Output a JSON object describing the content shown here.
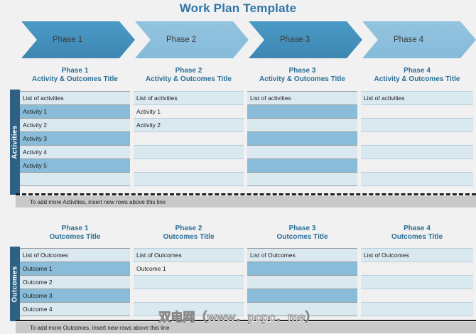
{
  "page": {
    "title": "Work Plan Template",
    "title_color": "#2e75a8",
    "background": "#f1f1f1",
    "watermark": "双电网（www．pcpc．me）"
  },
  "phases": [
    {
      "label": "Phase 1",
      "style": "dark",
      "color": "#4590bd"
    },
    {
      "label": "Phase 2",
      "style": "light",
      "color": "#8dc0dd"
    },
    {
      "label": "Phase 3",
      "style": "dark",
      "color": "#4590bd"
    },
    {
      "label": "Phase 4",
      "style": "light",
      "color": "#8dc0dd"
    }
  ],
  "activities_section": {
    "side_label": "Activities",
    "side_color": "#2e6183",
    "headers": [
      {
        "line1": "Phase 1",
        "line2": "Activity & Outcomes Title"
      },
      {
        "line1": "Phase 2",
        "line2": "Activity & Outcomes Title"
      },
      {
        "line1": "Phase 3",
        "line2": "Activity & Outcomes Title"
      },
      {
        "line1": "Phase 4",
        "line2": "Activity & Outcomes Title"
      }
    ],
    "columns": [
      {
        "cells": [
          "List of activities",
          "Activity 1",
          "Activity 2",
          "Activity 3",
          "Activity 4",
          "Activity 5",
          ""
        ]
      },
      {
        "cells": [
          "List of activities",
          "Activity 1",
          "Activity 2",
          "",
          "",
          "",
          ""
        ]
      },
      {
        "cells": [
          "List of activities",
          "",
          "",
          "",
          "",
          "",
          ""
        ]
      },
      {
        "cells": [
          "List of activities",
          "",
          "",
          "",
          "",
          "",
          ""
        ]
      }
    ],
    "footer_note": "To add more Activities, insert new rows above this line"
  },
  "outcomes_section": {
    "side_label": "Outcomes",
    "side_color": "#2e6183",
    "headers": [
      {
        "line1": "Phase 1",
        "line2": "Outcomes Title"
      },
      {
        "line1": "Phase 2",
        "line2": "Outcomes Title"
      },
      {
        "line1": "Phase 3",
        "line2": "Outcomes Title"
      },
      {
        "line1": "Phase 4",
        "line2": "Outcomes Title"
      }
    ],
    "columns": [
      {
        "cells": [
          "List of Outcomes",
          "Outcome 1",
          "Outcome 2",
          "Outcome 3",
          "Outcome 4"
        ]
      },
      {
        "cells": [
          "List of Outcomes",
          "Outcome 1",
          "",
          "",
          ""
        ]
      },
      {
        "cells": [
          "List of Outcomes",
          "",
          "",
          "",
          ""
        ]
      },
      {
        "cells": [
          "List of Outcomes",
          "",
          "",
          "",
          ""
        ]
      }
    ],
    "footer_note": "To add more Outcomes, insert new rows above this line"
  },
  "palette": {
    "row_blue": "#88bcd8",
    "row_light_blue": "#dae8f0",
    "row_gray": "#f0f0f0",
    "header_text": "#2b6f96",
    "note_bg": "#c9c9c9"
  }
}
